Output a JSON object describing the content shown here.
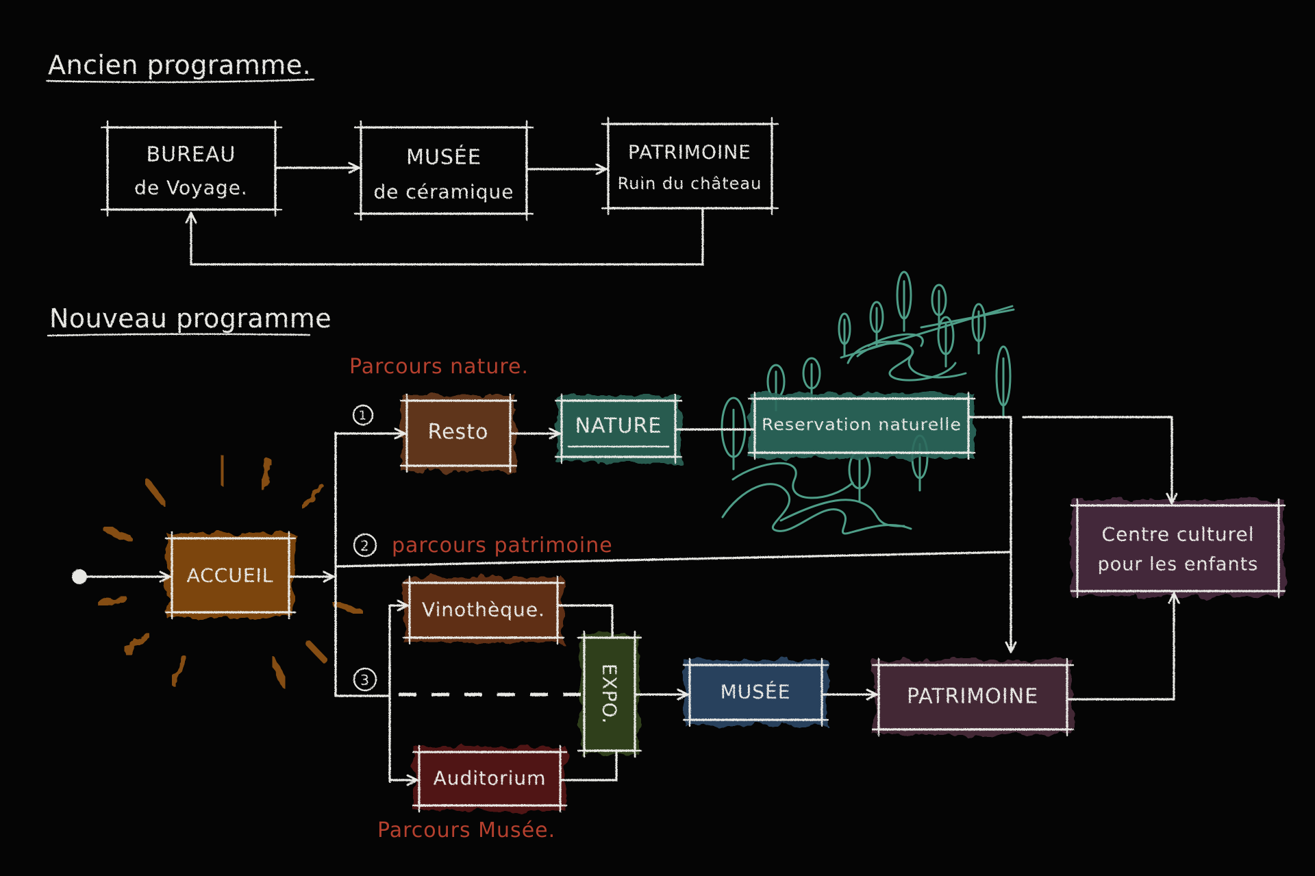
{
  "colors": {
    "background": "#050505",
    "chalk": "#e8e8e4",
    "route_label": "#b5402e",
    "accueil": "#8a4c12",
    "accueil_rays": "#9c5a14",
    "resto": "#6a3a1c",
    "nature": "#2c6558",
    "reservation": "#2e6a5c",
    "vinotheque": "#6a3418",
    "expo": "#33451f",
    "auditorium": "#5a1b18",
    "musee": "#2d4966",
    "patrimoine": "#4a2b3a",
    "centre": "#4b2e40",
    "trees": "#4e9e88"
  },
  "old_program": {
    "title": "Ancien programme.",
    "bureau": {
      "line1": "BUREAU",
      "line2": "de Voyage."
    },
    "musee": {
      "line1": "MUSÉE",
      "line2": "de céramique"
    },
    "patrimoine": {
      "line1": "PATRIMOINE",
      "line2": "Ruin du château"
    }
  },
  "new_program": {
    "title": "Nouveau programme",
    "route_nature": {
      "number": "1",
      "label": "Parcours nature."
    },
    "route_patrimoine": {
      "number": "2",
      "label": "parcours patrimoine"
    },
    "route_musee": {
      "number": "3",
      "label": "Parcours Musée."
    },
    "accueil": "ACCUEIL",
    "resto": "Resto",
    "nature": "NATURE",
    "reservation": "Reservation naturelle",
    "vinotheque": "Vinothèque.",
    "expo": "EXPO.",
    "auditorium": "Auditorium",
    "musee": "MUSÉE",
    "patrimoine": "PATRIMOINE",
    "centre": {
      "line1": "Centre culturel",
      "line2": "pour les enfants"
    }
  }
}
